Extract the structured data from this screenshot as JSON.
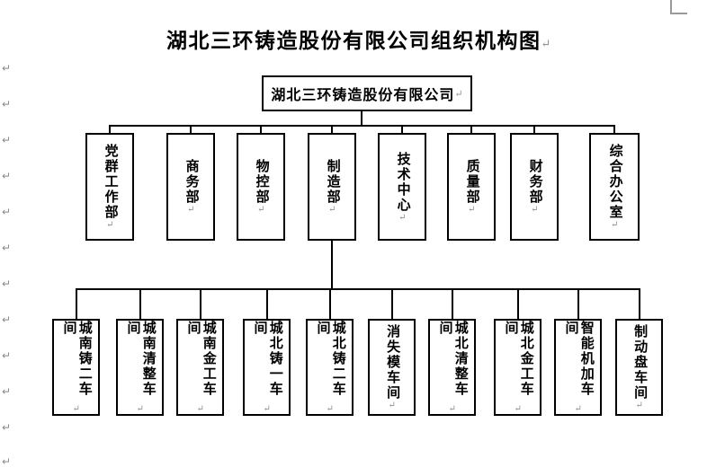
{
  "document": {
    "title": "湖北三环铸造股份有限公司组织机构图",
    "pilcrow": "↵"
  },
  "org": {
    "root": "湖北三环铸造股份有限公司",
    "level2": [
      "党群工作部",
      "商务部",
      "物控部",
      "制造部",
      "技术中心",
      "质量部",
      "财务部",
      "综合办公室"
    ],
    "level3": [
      "城南铸二车间",
      "城南清整车间",
      "城南金工车间",
      "城北铸一车间",
      "城北铸二车间",
      "消失模车间",
      "城北清整车间",
      "城北金工车间",
      "智能机加车间",
      "制动盘车间"
    ]
  }
}
